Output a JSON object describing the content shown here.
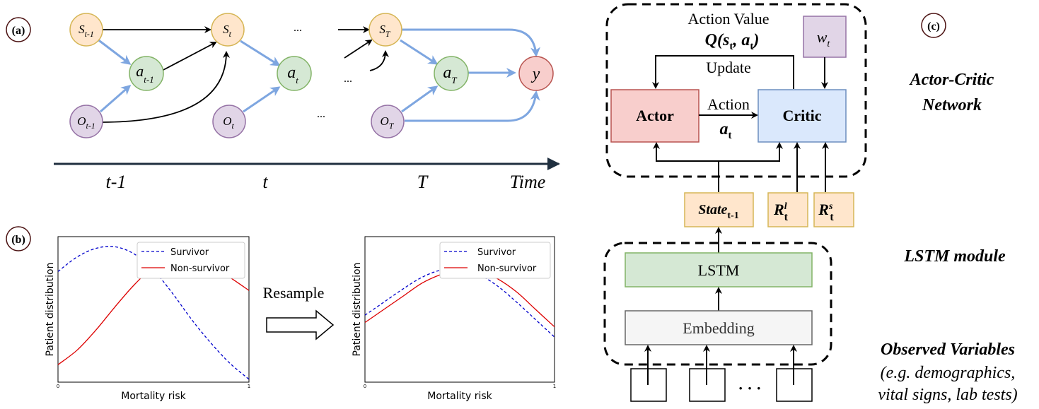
{
  "panel_labels": {
    "a": "(a)",
    "b": "(b)",
    "c": "(c)"
  },
  "panel_a": {
    "nodes": {
      "s_prev_base": "S",
      "s_prev_sub": "t-1",
      "a_prev_base": "a",
      "a_prev_sub": "t-1",
      "o_prev_base": "O",
      "o_prev_sub": "t-1",
      "s_t_base": "S",
      "s_t_sub": "t",
      "a_t_base": "a",
      "a_t_sub": "t",
      "o_t_base": "O",
      "o_t_sub": "t",
      "s_T_base": "S",
      "s_T_sub": "T",
      "a_T_base": "a",
      "a_T_sub": "T",
      "o_T_base": "O",
      "o_T_sub": "T",
      "y": "y"
    },
    "ellipsis": "...",
    "ellipsis_dots": "…",
    "axis": {
      "t_prev": "t-1",
      "t": "t",
      "T": "T",
      "time": "Time"
    },
    "colors": {
      "s_fill": "#ffe6cc",
      "s_stroke": "#d6b656",
      "a_fill": "#d5e8d4",
      "a_stroke": "#82b366",
      "o_fill": "#e1d5e7",
      "o_stroke": "#9673a6",
      "y_fill": "#f8cecc",
      "y_stroke": "#b85450",
      "blue_arrow": "#7ea6e0"
    }
  },
  "panel_b": {
    "resample_label": "Resample",
    "charts": [
      {
        "type": "line",
        "xlabel": "Mortality risk",
        "ylabel": "Patient distribution",
        "xticks": [
          "0",
          "1"
        ],
        "xlim": [
          0,
          1
        ],
        "series": [
          {
            "name": "Survivor",
            "style": "dashed",
            "color": "#0000cc",
            "x": [
              0,
              0.1,
              0.2,
              0.3,
              0.4,
              0.5,
              0.6,
              0.7,
              0.8,
              0.9,
              1.0
            ],
            "y": [
              0.76,
              0.86,
              0.92,
              0.93,
              0.88,
              0.77,
              0.61,
              0.43,
              0.27,
              0.13,
              0.02
            ]
          },
          {
            "name": "Non-survivor",
            "style": "solid",
            "color": "#dd0000",
            "x": [
              0,
              0.1,
              0.2,
              0.3,
              0.4,
              0.5,
              0.6,
              0.7,
              0.8,
              0.9,
              1.0
            ],
            "y": [
              0.12,
              0.22,
              0.36,
              0.52,
              0.67,
              0.79,
              0.85,
              0.85,
              0.8,
              0.72,
              0.63
            ]
          }
        ]
      },
      {
        "type": "line",
        "xlabel": "Mortality risk",
        "ylabel": "Patient distribution",
        "xticks": [
          "0",
          "1"
        ],
        "xlim": [
          0,
          1
        ],
        "series": [
          {
            "name": "Survivor",
            "style": "dashed",
            "color": "#0000cc",
            "x": [
              0,
              0.1,
              0.2,
              0.3,
              0.4,
              0.5,
              0.6,
              0.7,
              0.8,
              0.9,
              1.0
            ],
            "y": [
              0.46,
              0.55,
              0.64,
              0.72,
              0.77,
              0.78,
              0.74,
              0.66,
              0.55,
              0.43,
              0.31
            ]
          },
          {
            "name": "Non-survivor",
            "style": "solid",
            "color": "#dd0000",
            "x": [
              0,
              0.1,
              0.2,
              0.3,
              0.4,
              0.5,
              0.6,
              0.7,
              0.8,
              0.9,
              1.0
            ],
            "y": [
              0.41,
              0.5,
              0.59,
              0.68,
              0.74,
              0.78,
              0.77,
              0.71,
              0.62,
              0.5,
              0.38
            ]
          }
        ]
      }
    ]
  },
  "panel_c": {
    "action_value": "Action Value",
    "q_Q": "Q(",
    "q_s": "s",
    "q_t1": "t",
    "q_comma": ", ",
    "q_a": "a",
    "q_t2": "t",
    "q_close": ")",
    "w_base": "w",
    "w_sub": "t",
    "update": "Update",
    "actor": "Actor",
    "critic": "Critic",
    "action": "Action",
    "action_a": "a",
    "action_t": "t",
    "state": "State",
    "state_sub": "t-1",
    "rl_base": "R",
    "rl_sup": "l",
    "rl_sub": "t",
    "rs_base": "R",
    "rs_sup": "s",
    "rs_sub": "t",
    "lstm": "LSTM",
    "embedding": "Embedding",
    "dots": "· · ·",
    "title_ac_1": "Actor-Critic",
    "title_ac_2": "Network",
    "title_lstm": "LSTM module",
    "title_obs": "Observed Variables",
    "obs_desc_1": "(e.g. demographics,",
    "obs_desc_2": "vital signs, lab tests)",
    "colors": {
      "actor_fill": "#f8cecc",
      "actor_stroke": "#b85450",
      "critic_fill": "#dae8fc",
      "critic_stroke": "#6c8ebf",
      "w_fill": "#e1d5e7",
      "w_stroke": "#9673a6",
      "state_fill": "#ffe6cc",
      "state_stroke": "#d6b656",
      "lstm_fill": "#d5e8d4",
      "lstm_stroke": "#82b366",
      "emb_fill": "#f5f5f5",
      "emb_stroke": "#666666"
    }
  }
}
